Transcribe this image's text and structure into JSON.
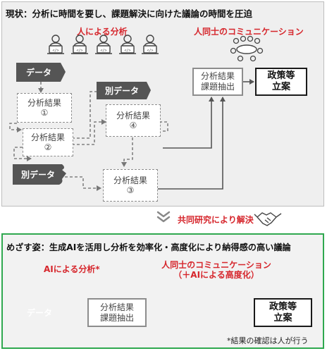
{
  "top": {
    "title": "現状：分析に時間を要し、課題解決に向けた議論の時間を圧迫",
    "human_analysis_label": "人による分析",
    "human_comm_label": "人同士のコミュニケーション",
    "data_tag": "データ",
    "other_data_tag_1": "別データ",
    "other_data_tag_2": "別データ",
    "result_1": [
      "分析結果",
      "①"
    ],
    "result_2": [
      "分析結果",
      "②"
    ],
    "result_3": [
      "分析結果",
      "③"
    ],
    "result_4": [
      "分析結果",
      "④"
    ],
    "extract": [
      "分析結果",
      "課題抽出"
    ],
    "policy": [
      "政策等",
      "立案"
    ]
  },
  "middle": {
    "label": "共同研究により解決"
  },
  "bottom": {
    "title": "めざす姿：生成AIを活用し分析を効率化・高度化により納得感の高い議論",
    "ai_analysis_label": "AIによる分析*",
    "comm_label_line1": "人同士のコミュニケーション",
    "comm_label_line2": "（＋AIによる高度化）",
    "data_tag": "データ",
    "extract": [
      "分析結果",
      "課題抽出"
    ],
    "policy": [
      "政策等",
      "立案"
    ],
    "footnote": "*結果の確認は人が行う"
  },
  "colors": {
    "red": "#d6262c",
    "green_border": "#2fa84f",
    "dark_tag": "#555555",
    "gray_line": "#8d8d8d"
  },
  "icons": [
    "laptop-person-icon",
    "meeting-table-icon",
    "ai-head-icon",
    "plus-icon",
    "double-chevron-down-icon",
    "handshake-icon"
  ]
}
